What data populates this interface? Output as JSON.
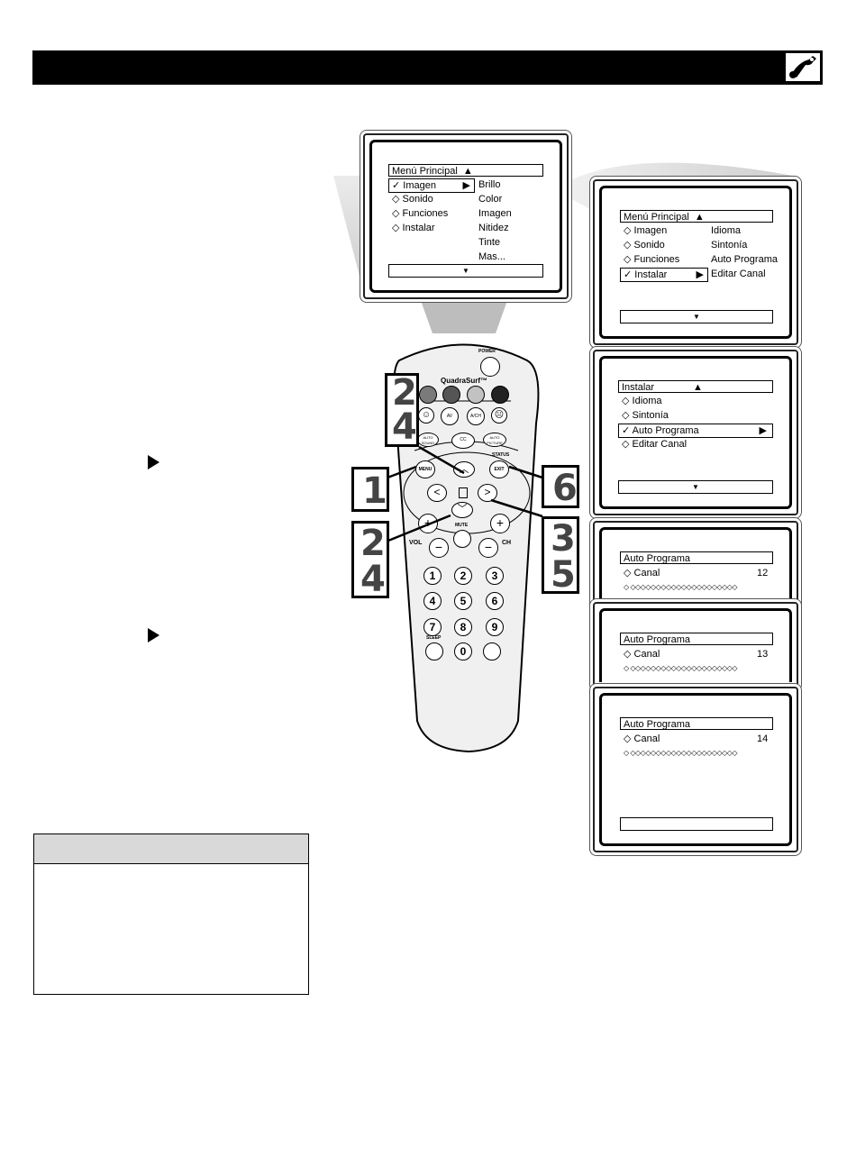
{
  "screen1": {
    "title": "Menú Principal",
    "left": [
      "✓ Imagen",
      "◇ Sonido",
      "◇ Funciones",
      "◇ Instalar"
    ],
    "right": [
      "Brillo",
      "Color",
      "Imagen",
      "Nitidez",
      "Tinte",
      "Mas..."
    ]
  },
  "screen2": {
    "title": "Menú Principal",
    "left": [
      "◇ Imagen",
      "◇ Sonido",
      "◇ Funciones",
      "✓ Instalar"
    ],
    "right": [
      "Idioma",
      "Sintonía",
      "Auto Programa",
      "Editar Canal"
    ]
  },
  "screen3": {
    "title": "Instalar",
    "rows": [
      "◇ Idioma",
      "◇ Sintonía",
      "✓ Auto Programa",
      "◇ Editar Canal"
    ]
  },
  "screen4": {
    "title": "Auto Programa",
    "canal_label": "◇ Canal",
    "canal_value": "12"
  },
  "screen5": {
    "title": "Auto Programa",
    "canal_label": "◇ Canal",
    "canal_value": "13"
  },
  "screen6": {
    "title": "Auto Programa",
    "canal_label": "◇ Canal",
    "canal_value": "14"
  },
  "progress_dots": "◇  ◇◇◇◇◇◇◇◇◇◇◇◇◇◇◇◇◇◇◇◇◇",
  "remote": {
    "power": "POWER",
    "quadrasurf": "QuadraSurf™",
    "av": "AV",
    "ach": "A/CH",
    "auto_sound": "AUTO SOUND",
    "cc": "CC",
    "auto_picture": "AUTO PICTURE",
    "menu": "MENU",
    "exit": "EXIT",
    "status": "STATUS",
    "mute": "MUTE",
    "vol": "VOL",
    "ch": "CH",
    "sleep": "SLEEP",
    "digits": [
      "1",
      "2",
      "3",
      "4",
      "5",
      "6",
      "7",
      "8",
      "9",
      "0"
    ]
  },
  "callouts": {
    "top_left": "2\n4",
    "menu": "1",
    "exit": "6",
    "bottom_left": "2\n4",
    "right": "3\n5"
  }
}
